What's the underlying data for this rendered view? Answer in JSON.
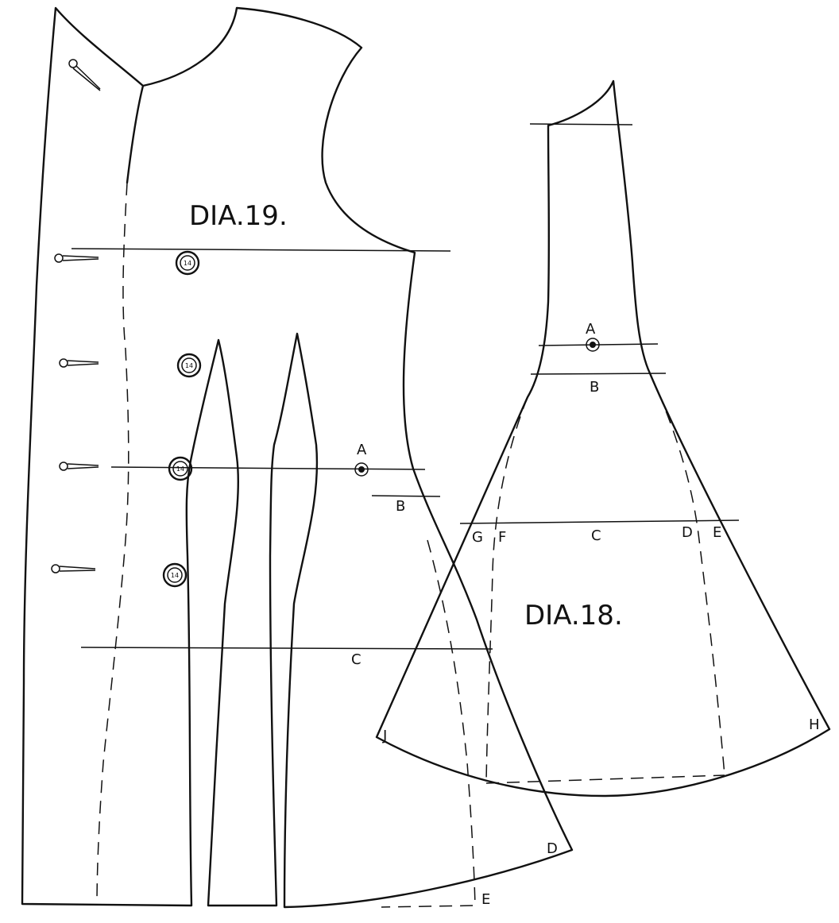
{
  "diagram_19": {
    "title": "DIA.19.",
    "point_labels": {
      "a": "A",
      "b": "B",
      "c": "C",
      "d": "D",
      "e": "E"
    },
    "button_label": "14",
    "buttons": [
      "14",
      "14",
      "14",
      "14"
    ]
  },
  "diagram_18": {
    "title": "DIA.18.",
    "point_labels": {
      "a": "A",
      "b": "B",
      "c": "C",
      "d": "D",
      "e": "E",
      "f": "F",
      "g": "G",
      "h": "H",
      "j": "J"
    }
  },
  "colors": {
    "ink": "#111111",
    "paper": "#ffffff"
  }
}
